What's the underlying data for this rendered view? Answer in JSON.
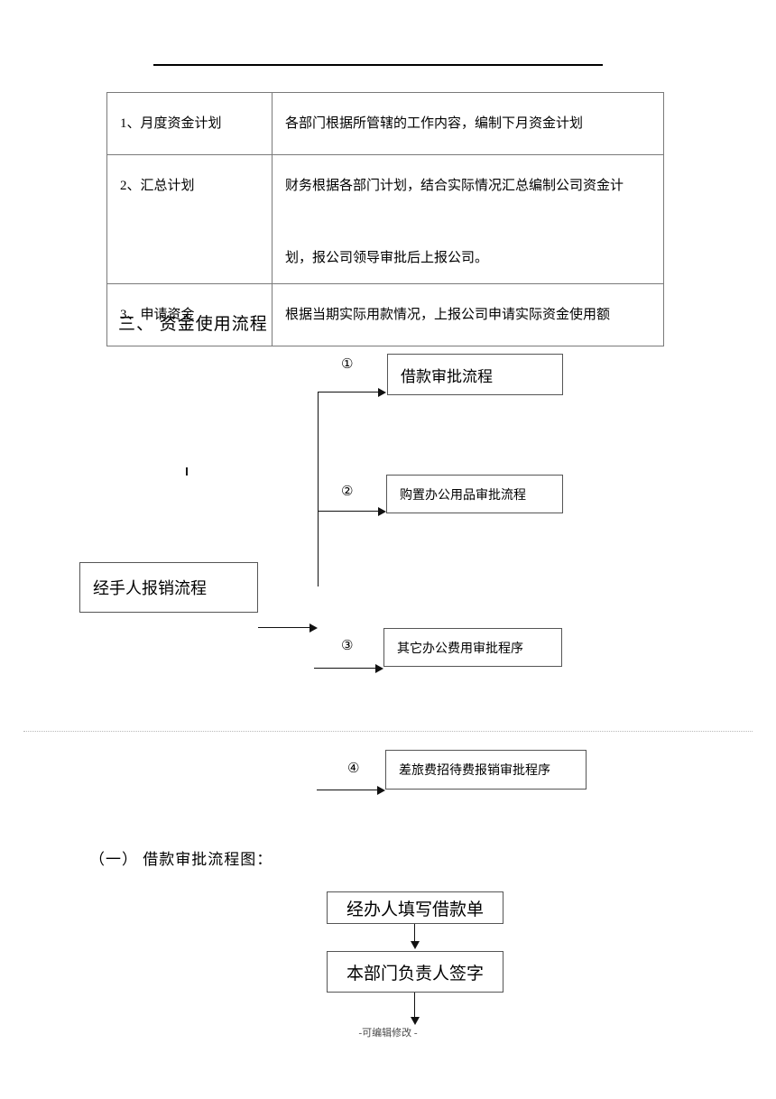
{
  "document": {
    "footer_note": "-可编辑修改 -"
  },
  "table": {
    "rows": [
      {
        "label": "1、月度资金计划",
        "description": "各部门根据所管辖的工作内容，编制下月资金计划"
      },
      {
        "label": "2、汇总计划",
        "description": "财务根据各部门计划，结合实际情况汇总编制公司资金计\n\n划，报公司领导审批后上报公司。"
      },
      {
        "label": "3、申请资金",
        "description": "根据当期实际用款情况，上报公司申请实际资金使用额"
      }
    ]
  },
  "headings": {
    "section_three": "三、 资金使用流程",
    "subsection_one": "（一） 借款审批流程图："
  },
  "flowchart": {
    "source_box": "经手人报销流程",
    "branches": [
      {
        "marker": "①",
        "label": "借款审批流程"
      },
      {
        "marker": "②",
        "label": "购置办公用品审批流程"
      },
      {
        "marker": "③",
        "label": "其它办公费用审批程序"
      },
      {
        "marker": "④",
        "label": "差旅费招待费报销审批程序"
      }
    ]
  },
  "loan_flow": {
    "steps": [
      "经办人填写借款单",
      "本部门负责人签字"
    ]
  }
}
